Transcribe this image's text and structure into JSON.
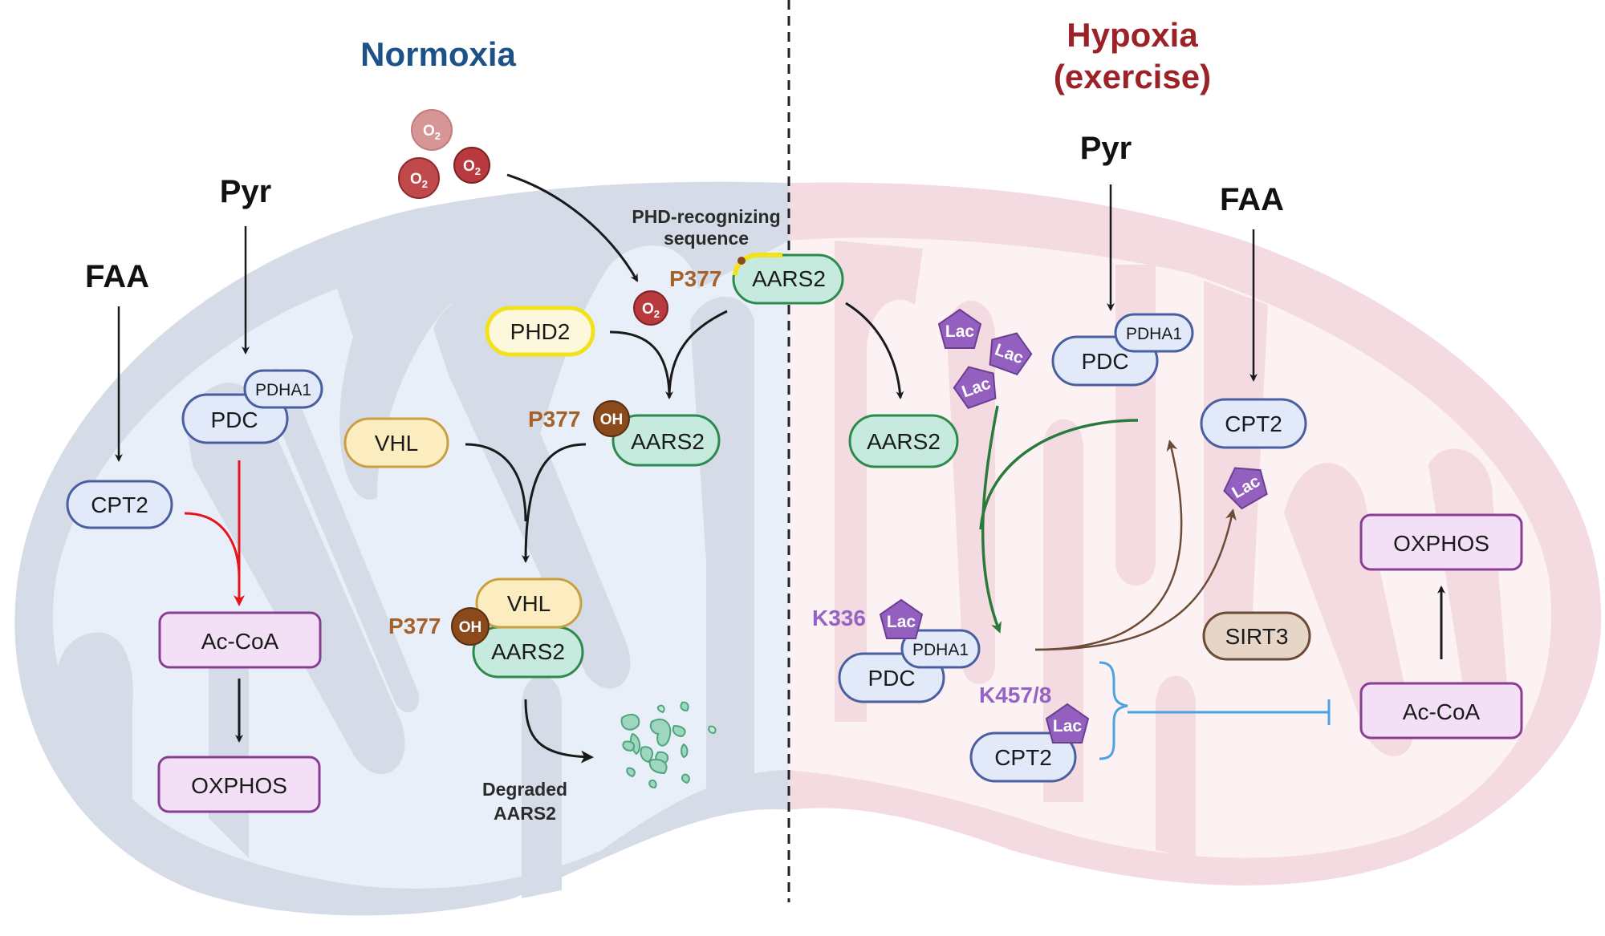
{
  "panels": {
    "normoxia": {
      "title": "Normoxia",
      "color": "#1c5288",
      "substrates": {
        "pyr": "Pyr",
        "faa": "FAA"
      },
      "proteins": {
        "pdc": "PDC",
        "pdha1": "PDHA1",
        "cpt2": "CPT2",
        "phd2": "PHD2",
        "vhl": "VHL",
        "vhl_complex": "VHL",
        "aars2_top": "AARS2",
        "aars2_hydroxylated": "AARS2",
        "aars2_complex": "AARS2"
      },
      "metabolites": {
        "ac_coa": "Ac-CoA",
        "oxphos": "OXPHOS"
      },
      "o2_label": "O2",
      "oh_label": "OH",
      "site_p377": "P377",
      "annotation_phd": [
        "PHD-recognizing",
        "sequence"
      ],
      "annotation_degraded": [
        "Degraded",
        "AARS2"
      ]
    },
    "hypoxia": {
      "title": [
        "Hypoxia",
        "(exercise)"
      ],
      "color": "#9b2226",
      "substrates": {
        "pyr": "Pyr",
        "faa": "FAA"
      },
      "proteins": {
        "aars2": "AARS2",
        "pdc_top": "PDC",
        "pdha1_top": "PDHA1",
        "cpt2_top": "CPT2",
        "sirt3": "SIRT3",
        "pdc_lac": "PDC",
        "pdha1_lac": "PDHA1",
        "cpt2_lac": "CPT2"
      },
      "metabolites": {
        "ac_coa": "Ac-CoA",
        "oxphos": "OXPHOS"
      },
      "lac_label": "Lac",
      "site_k336": "K336",
      "site_k457": "K457/8"
    }
  },
  "colors": {
    "normoxia_outer": "#d5dce8",
    "normoxia_inner": "#e8eff8",
    "hypoxia_outer": "#f4dbe1",
    "hypoxia_inner": "#fcf1f3",
    "aars2_fill": "#c6eadd",
    "aars2_stroke": "#2d8a4e",
    "blue_prot_fill": "#e2eafa",
    "blue_prot_stroke": "#4a5fa0",
    "metab_fill": "#f4e0f6",
    "metab_stroke": "#8a3d95",
    "vhl_fill": "#fcedc0",
    "vhl_stroke": "#c9a040",
    "phd2_fill": "#fdf8dc",
    "phd2_stroke": "#f2e21b",
    "sirt3_fill": "#e7d6c8",
    "sirt3_stroke": "#6b4a36",
    "lac_fill": "#9460c0",
    "oh_fill": "#8b4a1c",
    "o2_fill": "#b83a3e",
    "red_arrow": "#e8141c",
    "green_arrow": "#2a7a3c",
    "brown_arrow": "#6b4a36",
    "blue_inhibit": "#4aa2e0"
  }
}
